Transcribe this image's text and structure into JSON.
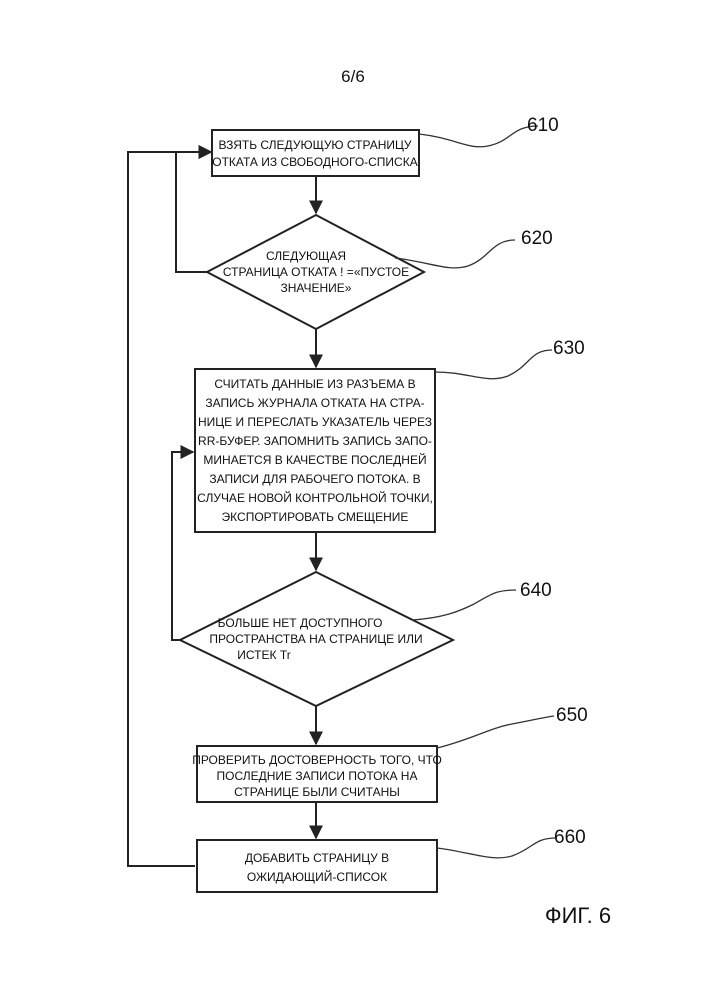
{
  "page_number": "6/6",
  "figure_label": "ФИГ. 6",
  "nodes": [
    {
      "id": "610",
      "ref": "610",
      "shape": "rect",
      "lines": [
        "ВЗЯТЬ СЛЕДУЮЩУЮ СТРАНИЦУ",
        "ОТКАТА ИЗ СВОБОДНОГО-СПИСКА"
      ]
    },
    {
      "id": "620",
      "ref": "620",
      "shape": "diamond",
      "lines": [
        "СЛЕДУЮЩАЯ",
        "СТРАНИЦА ОТКАТА ! =«ПУСТОЕ",
        "ЗНАЧЕНИЕ»"
      ]
    },
    {
      "id": "630",
      "ref": "630",
      "shape": "rect",
      "lines": [
        "СЧИТАТЬ ДАННЫЕ ИЗ РАЗЪЕМА В",
        "ЗАПИСЬ ЖУРНАЛА ОТКАТА НА СТРА-",
        "НИЦЕ И ПЕРЕСЛАТЬ УКАЗАТЕЛЬ ЧЕРЕЗ",
        "RR-БУФЕР. ЗАПОМНИТЬ ЗАПИСЬ ЗАПО-",
        "МИНАЕТСЯ В КАЧЕСТВЕ ПОСЛЕДНЕЙ",
        "ЗАПИСИ ДЛЯ РАБОЧЕГО ПОТОКА. В",
        "СЛУЧАЕ НОВОЙ КОНТРОЛЬНОЙ ТОЧКИ,",
        "ЭКСПОРТИРОВАТЬ СМЕЩЕНИЕ"
      ]
    },
    {
      "id": "640",
      "ref": "640",
      "shape": "diamond",
      "lines": [
        "БОЛЬШЕ НЕТ ДОСТУПНОГО",
        "ПРОСТРАНСТВА НА СТРАНИЦЕ ИЛИ",
        "ИСТЕК Tr"
      ]
    },
    {
      "id": "650",
      "ref": "650",
      "shape": "rect",
      "lines": [
        "ПРОВЕРИТЬ ДОСТОВЕРНОСТЬ ТОГО, ЧТО",
        "ПОСЛЕДНИЕ ЗАПИСИ ПОТОКА НА",
        "СТРАНИЦЕ БЫЛИ СЧИТАНЫ"
      ]
    },
    {
      "id": "660",
      "ref": "660",
      "shape": "rect",
      "lines": [
        "ДОБАВИТЬ СТРАНИЦУ В",
        "ОЖИДАЮЩИЙ-СПИСОК"
      ]
    }
  ]
}
